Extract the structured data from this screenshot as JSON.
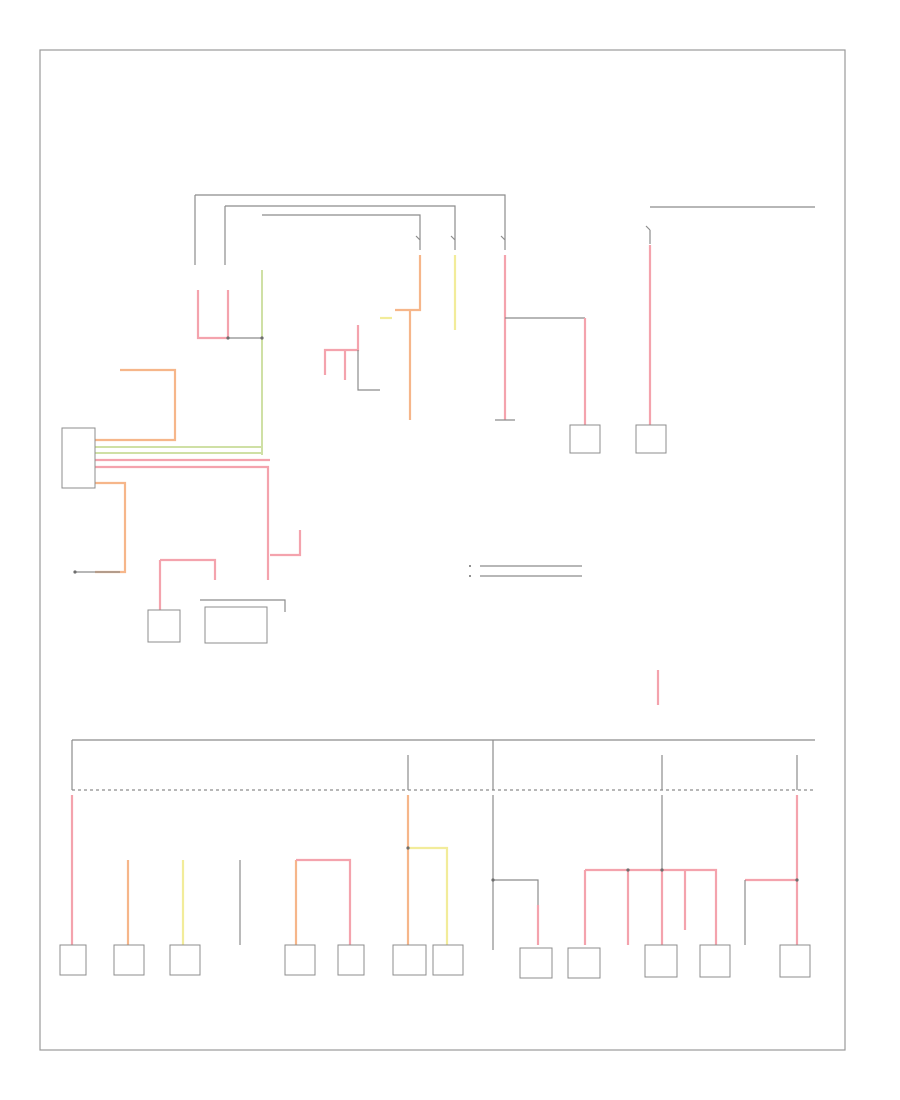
{
  "diagram": {
    "title_lines": [
      "",
      ""
    ],
    "note_lines": [
      "",
      ""
    ],
    "page_code": ""
  },
  "colors": {
    "border": "#8c8c8c",
    "wire_black": "#8c8c8c",
    "wire_pink": "#f4a3ad",
    "wire_orange": "#f6b68a",
    "wire_yellow": "#f2ec9a",
    "wire_green": "#cfe0a5"
  },
  "top_components": [
    {
      "id": "ecm",
      "lines": [
        "",
        "",
        "",
        "",
        "",
        ""
      ]
    },
    {
      "id": "mod-a",
      "lines": [
        "",
        "",
        "",
        "",
        ""
      ]
    },
    {
      "id": "mod-b",
      "lines": [
        "",
        "",
        "",
        "",
        "",
        ""
      ]
    },
    {
      "id": "mod-c",
      "lines": [
        "",
        "",
        ""
      ]
    },
    {
      "id": "mod-d",
      "lines": [
        "",
        "",
        ""
      ]
    }
  ],
  "bottom_components": [
    {
      "id": "bc-1"
    },
    {
      "id": "bc-2"
    },
    {
      "id": "bc-3"
    },
    {
      "id": "bc-4"
    },
    {
      "id": "bc-5"
    },
    {
      "id": "bc-6"
    },
    {
      "id": "bc-7"
    },
    {
      "id": "bc-8"
    },
    {
      "id": "bc-9"
    },
    {
      "id": "bc-10"
    },
    {
      "id": "bc-11"
    },
    {
      "id": "bc-12"
    },
    {
      "id": "bc-13"
    },
    {
      "id": "bc-14"
    },
    {
      "id": "bc-15"
    },
    {
      "id": "bc-16"
    }
  ]
}
